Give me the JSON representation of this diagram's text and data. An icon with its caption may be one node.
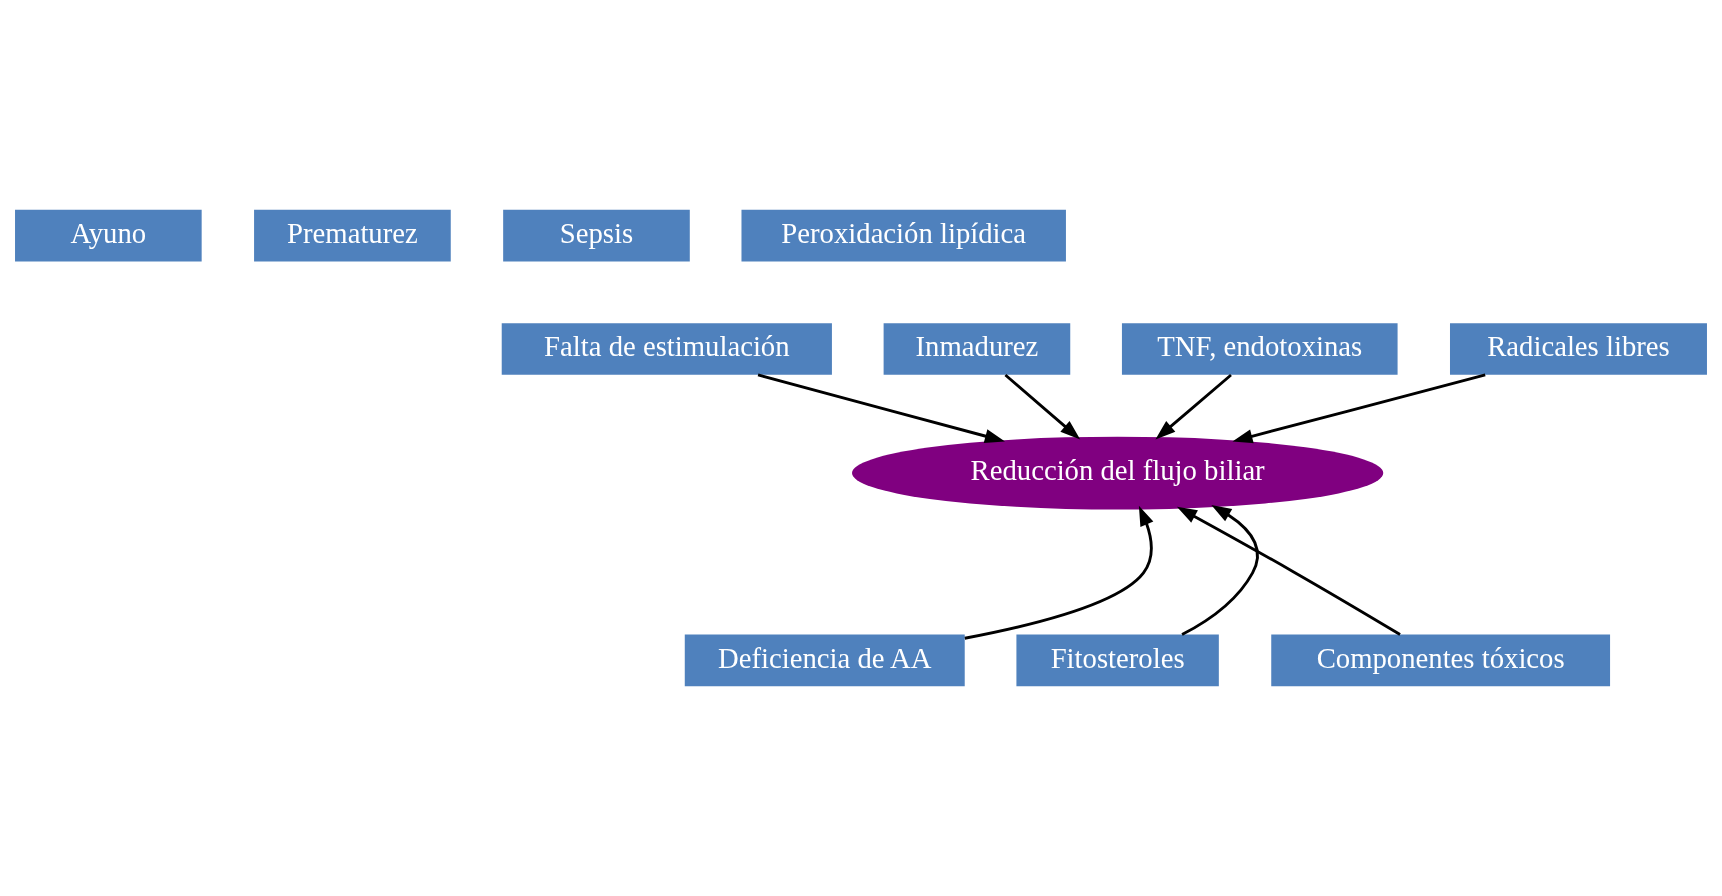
{
  "diagram": {
    "nodes": [
      {
        "text": [
          "Ayuno"
        ]
      },
      {
        "text": [
          "Prematurez"
        ]
      },
      {
        "text": [
          "Sepsis"
        ]
      },
      {
        "text": [
          "Peroxidación lipídica"
        ]
      },
      {
        "text": [
          "Falta de estimulación"
        ]
      },
      {
        "text": [
          "Inmadurez"
        ]
      },
      {
        "text": [
          "TNF, endotoxinas"
        ]
      },
      {
        "text": [
          "Radicales libres"
        ]
      },
      {
        "text": [
          "Reducción del flujo biliar"
        ]
      },
      {
        "text": [
          "Deficiencia de AA"
        ]
      },
      {
        "text": [
          "Fitosteroles"
        ]
      },
      {
        "text": [
          "Componentes tóxicos"
        ]
      }
    ],
    "edges": [
      {
        "from": 4,
        "to": 8,
        "arrow": "to"
      },
      {
        "from": 5,
        "to": 8,
        "arrow": "to"
      },
      {
        "from": 6,
        "to": 8,
        "arrow": "to"
      },
      {
        "from": 7,
        "to": 8,
        "arrow": "to"
      },
      {
        "from": 9,
        "to": 8,
        "arrow": "to"
      },
      {
        "from": 10,
        "to": 8,
        "arrow": "to"
      },
      {
        "from": 11,
        "to": 8,
        "arrow": "to"
      }
    ]
  }
}
